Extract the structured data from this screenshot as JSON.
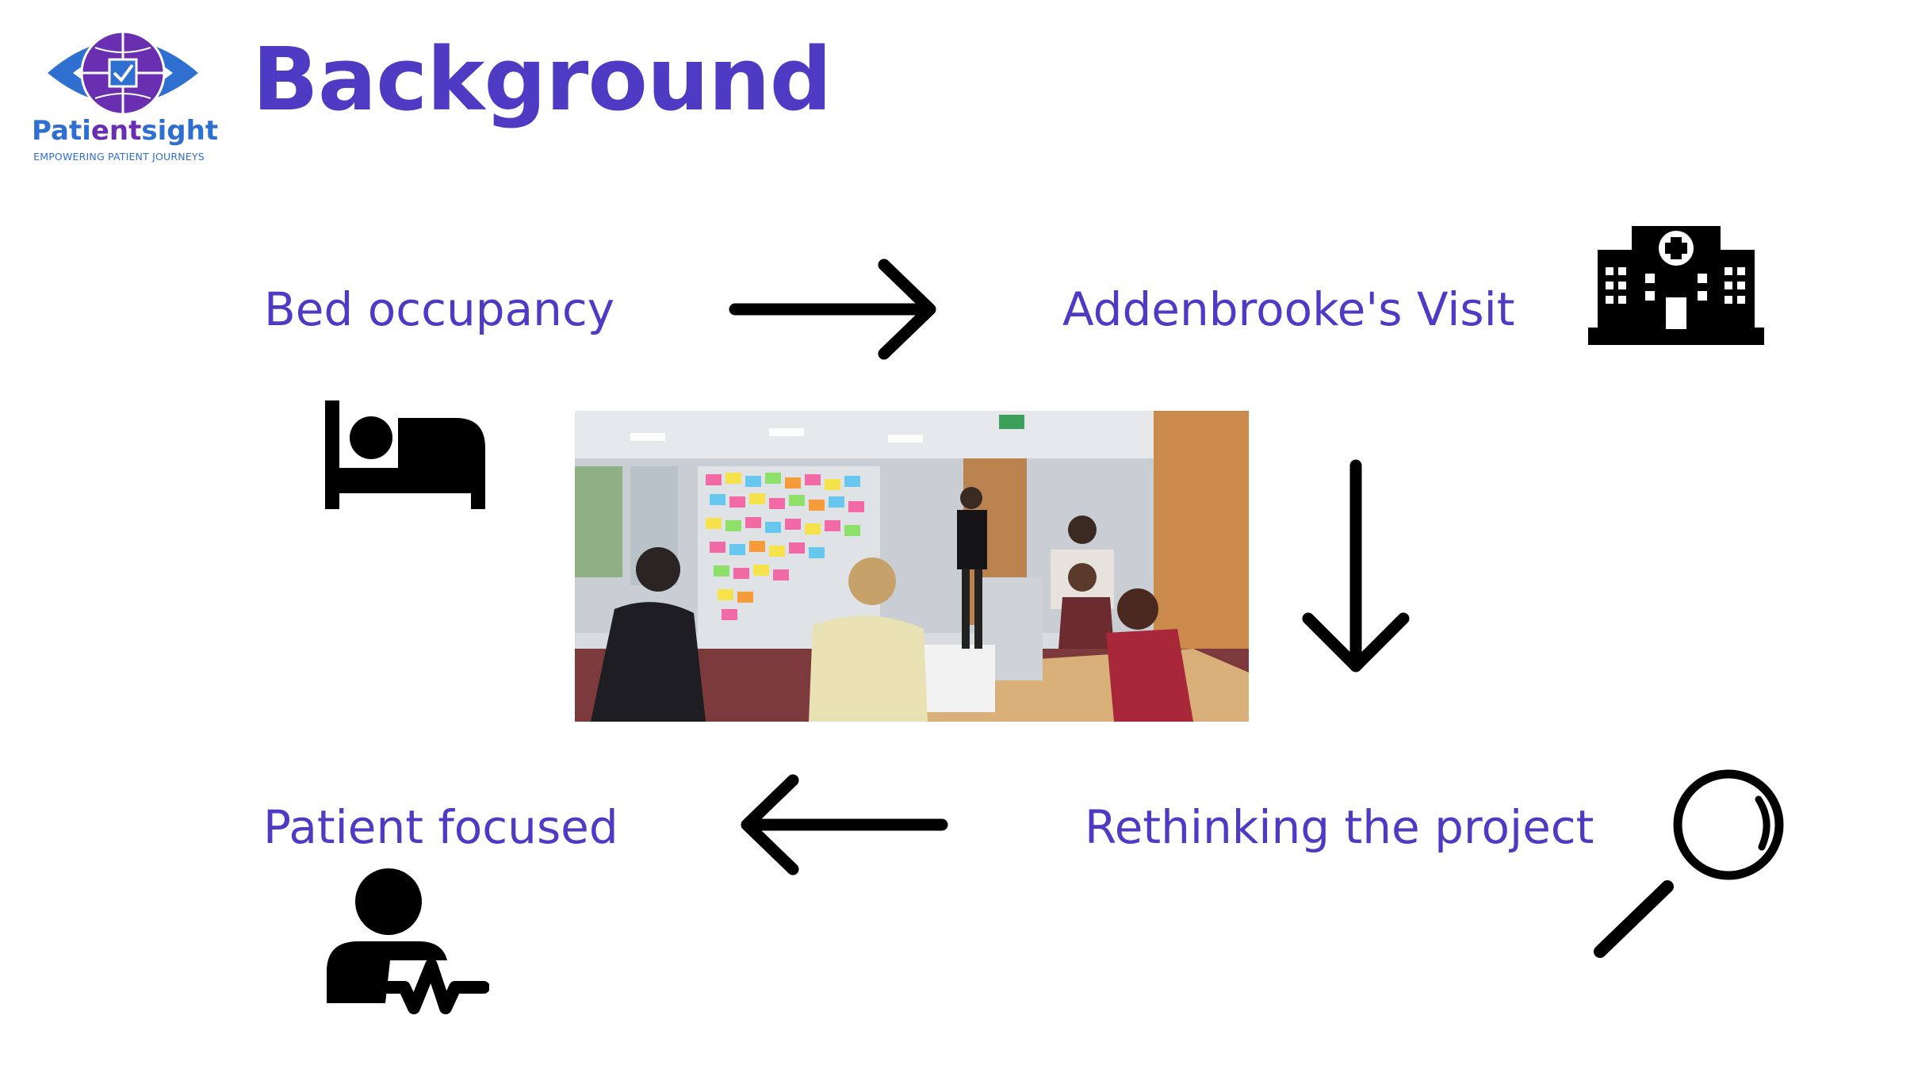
{
  "logo": {
    "name_part1": "Pati",
    "name_part2": "ent",
    "name_part3": "sight",
    "tagline": "EMPOWERING PATIENT JOURNEYS"
  },
  "title": "Background",
  "steps": {
    "bed_occupancy": "Bed occupancy",
    "addenbrookes_visit": "Addenbrooke's Visit",
    "rethinking": "Rethinking the project",
    "patient_focused": "Patient focused"
  },
  "icons": {
    "bed": "bed-icon",
    "hospital": "hospital-icon",
    "magnifier": "magnifying-glass-icon",
    "patient": "patient-heartbeat-icon",
    "arrow_right": "arrow-right-icon",
    "arrow_down": "arrow-down-icon",
    "arrow_left": "arrow-left-icon"
  },
  "colors": {
    "accent": "#4f3bc3",
    "logo_blue": "#2f6fd0",
    "logo_purple": "#6a2fb0",
    "icon": "#000000"
  }
}
